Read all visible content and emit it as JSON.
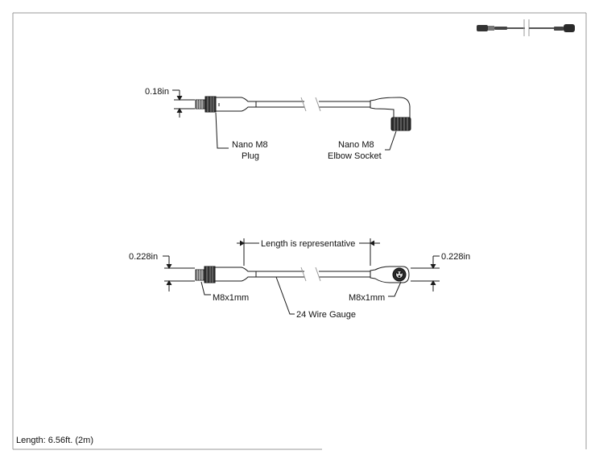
{
  "drawing": {
    "footer_length": "Length: 6.56ft. (2m)"
  },
  "top_view": {
    "dim_plug": "0.18in",
    "plug_label_line1": "Nano M8",
    "plug_label_line2": "Plug",
    "socket_label_line1": "Nano M8",
    "socket_label_line2": "Elbow Socket"
  },
  "side_view": {
    "length_note": "Length is representative",
    "dim_plug": "0.228in",
    "dim_socket": "0.228in",
    "thread_plug": "M8x1mm",
    "thread_socket": "M8x1mm",
    "wire_gauge": "24 Wire Gauge"
  },
  "colors": {
    "line": "#1a1a1a",
    "border": "#9a9a9a",
    "cable": "#555555"
  },
  "icons": {
    "thumbnail": "cable-thumbnail-icon"
  }
}
